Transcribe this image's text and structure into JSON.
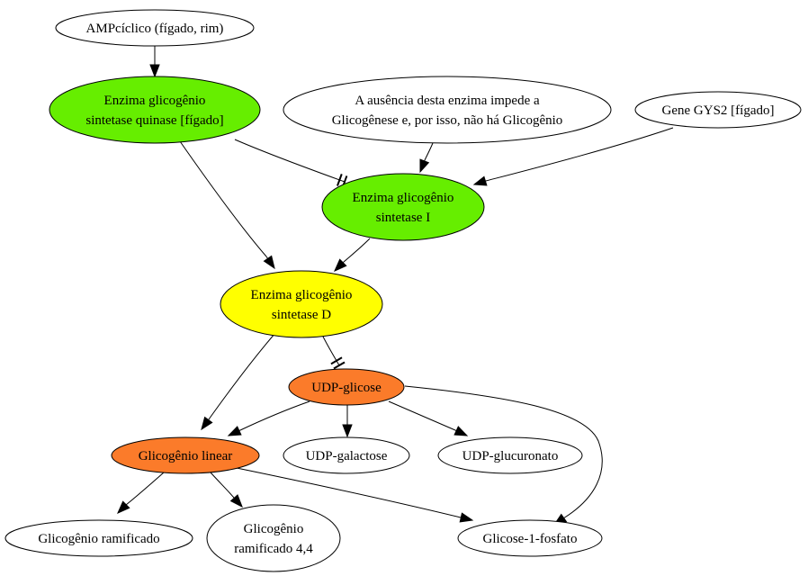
{
  "colors": {
    "white": "#ffffff",
    "green": "#66ee00",
    "yellow": "#ffff00",
    "orange": "#fb7b2a"
  },
  "nodes": [
    {
      "id": "ampc",
      "name": "node-ampciclico",
      "lines": [
        "AMPcíclico (fígado, rim)"
      ],
      "fill": "white"
    },
    {
      "id": "gsk",
      "name": "node-glicogenio-sintetase-quinase",
      "lines": [
        "Enzima glicogênio",
        "sintetase quinase [fígado]"
      ],
      "fill": "green"
    },
    {
      "id": "aus",
      "name": "node-ausencia-enzima",
      "lines": [
        "A ausência desta enzima impede a",
        "Glicogênese e, por isso, não há Glicogênio"
      ],
      "fill": "white"
    },
    {
      "id": "gys2",
      "name": "node-gene-gys2",
      "lines": [
        "Gene GYS2 [fígado]"
      ],
      "fill": "white"
    },
    {
      "id": "gsi",
      "name": "node-glicogenio-sintetase-i",
      "lines": [
        "Enzima glicogênio",
        "sintetase I"
      ],
      "fill": "green"
    },
    {
      "id": "gsd",
      "name": "node-glicogenio-sintetase-d",
      "lines": [
        "Enzima glicogênio",
        "sintetase D"
      ],
      "fill": "yellow"
    },
    {
      "id": "udpg",
      "name": "node-udp-glicose",
      "lines": [
        "UDP-glicose"
      ],
      "fill": "orange"
    },
    {
      "id": "glin",
      "name": "node-glicogenio-linear",
      "lines": [
        "Glicogênio linear"
      ],
      "fill": "orange"
    },
    {
      "id": "udpgal",
      "name": "node-udp-galactose",
      "lines": [
        "UDP-galactose"
      ],
      "fill": "white"
    },
    {
      "id": "udpglu",
      "name": "node-udp-glucuronato",
      "lines": [
        "UDP-glucuronato"
      ],
      "fill": "white"
    },
    {
      "id": "gram",
      "name": "node-glicogenio-ramificado",
      "lines": [
        "Glicogênio ramificado"
      ],
      "fill": "white"
    },
    {
      "id": "gram44",
      "name": "node-glicogenio-ramificado-4-4",
      "lines": [
        "Glicogênio",
        "ramificado 4,4"
      ],
      "fill": "white"
    },
    {
      "id": "g1p",
      "name": "node-glicose-1-fosfato",
      "lines": [
        "Glicose-1-fosfato"
      ],
      "fill": "white"
    }
  ],
  "edges": [
    {
      "from": "ampc",
      "to": "gsk",
      "head": "arrow"
    },
    {
      "from": "gsk",
      "to": "gsi",
      "head": "tee"
    },
    {
      "from": "gsk",
      "to": "gsd",
      "head": "arrow"
    },
    {
      "from": "aus",
      "to": "gsi",
      "head": "arrow"
    },
    {
      "from": "gys2",
      "to": "gsi",
      "head": "arrow"
    },
    {
      "from": "gsi",
      "to": "gsd",
      "head": "arrow"
    },
    {
      "from": "gsd",
      "to": "udpg",
      "head": "tee"
    },
    {
      "from": "gsd",
      "to": "glin",
      "head": "arrow"
    },
    {
      "from": "udpg",
      "to": "glin",
      "head": "arrow"
    },
    {
      "from": "udpg",
      "to": "udpgal",
      "head": "arrow"
    },
    {
      "from": "udpg",
      "to": "udpglu",
      "head": "arrow"
    },
    {
      "from": "udpg",
      "to": "g1p",
      "head": "arrow"
    },
    {
      "from": "glin",
      "to": "gram",
      "head": "arrow"
    },
    {
      "from": "glin",
      "to": "gram44",
      "head": "arrow"
    },
    {
      "from": "glin",
      "to": "g1p",
      "head": "arrow"
    }
  ]
}
